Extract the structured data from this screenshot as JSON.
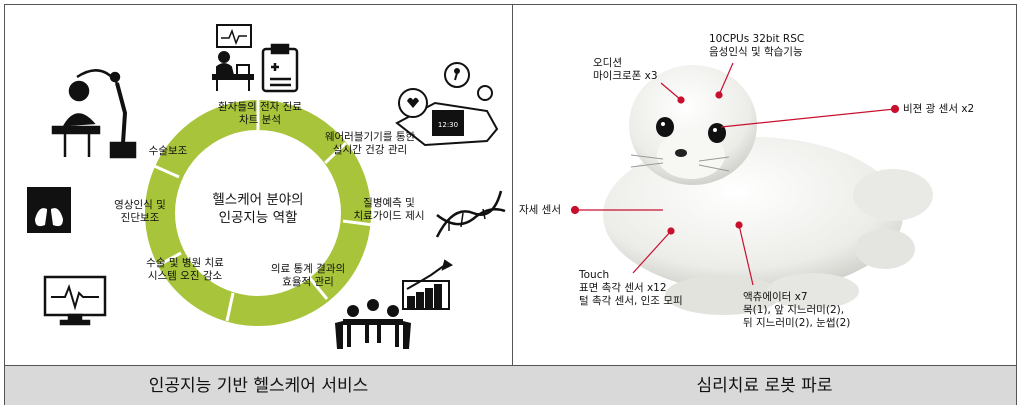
{
  "left_panel": {
    "center_text": "헬스케어 분야의\n인공지능 역할",
    "segments": [
      {
        "id": "ehr",
        "text": "환자들의 전자 진료\n차트 분석"
      },
      {
        "id": "wearable",
        "text": "웨어러블기기를 통한\n실시간 건강 관리"
      },
      {
        "id": "prediction",
        "text": "질병예측 및\n치료가이드 제시"
      },
      {
        "id": "statistics",
        "text": "의료 통계 결과의\n효율적 관리"
      },
      {
        "id": "error",
        "text": "수술 및 병원 치료\n시스템 오진 감소"
      },
      {
        "id": "imaging",
        "text": "영상인식 및\n진단보조"
      },
      {
        "id": "surgery",
        "text": "수술보조"
      }
    ],
    "ring_color": "#a7c43a",
    "icons": [
      "monitor-icon",
      "doctor-desk-icon",
      "clipboard-icon",
      "smartwatch-icon",
      "dna-icon",
      "bar-chart-icon",
      "meeting-icon",
      "ecg-monitor-icon",
      "lungs-xray-icon",
      "surgery-robot-icon"
    ]
  },
  "right_panel": {
    "labels": {
      "mic": "오디션\n마이크로폰 x3",
      "cpu": "10CPUs 32bit RSC\n음성인식 및 학습기능",
      "vision": "비젼 광 센서 x2",
      "posture": "자세 센서",
      "touch": "Touch\n표면 촉각 센서 x12\n털 촉각 센서, 인조 모피",
      "actuator": "액츄에이터 x7\n목(1), 앞 지느러미(2),\n뒤 지느러미(2), 눈썹(2)"
    },
    "marker_color": "#c8102e"
  },
  "captions": {
    "left": "인공지능 기반 헬스케어 서비스",
    "right": "심리치료 로봇 파로"
  }
}
